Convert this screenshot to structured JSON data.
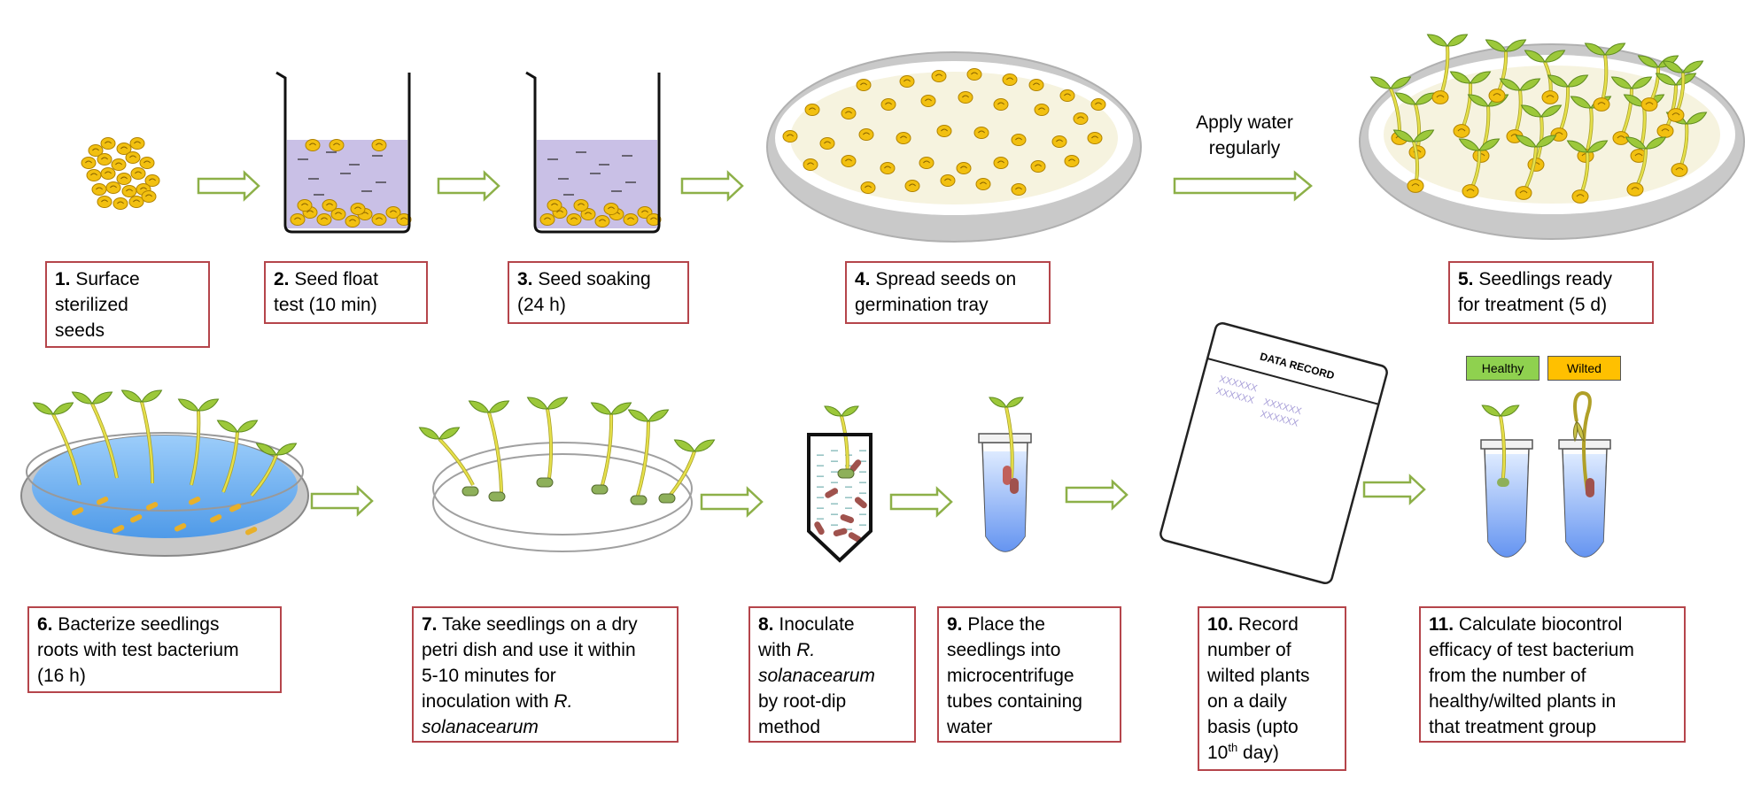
{
  "steps": [
    {
      "num": "1.",
      "parts": [
        {
          "t": "Surface"
        },
        {
          "br": true
        },
        {
          "t": "sterilized"
        },
        {
          "br": true
        },
        {
          "t": "seeds"
        }
      ]
    },
    {
      "num": "2.",
      "parts": [
        {
          "t": "Seed float"
        },
        {
          "br": true
        },
        {
          "t": "test (10 min)"
        }
      ]
    },
    {
      "num": "3.",
      "parts": [
        {
          "t": "Seed soaking"
        },
        {
          "br": true
        },
        {
          "t": "(24 h)"
        }
      ]
    },
    {
      "num": "4.",
      "parts": [
        {
          "t": "Spread seeds on"
        },
        {
          "br": true
        },
        {
          "t": "germination tray"
        }
      ]
    },
    {
      "num": "5.",
      "parts": [
        {
          "t": "Seedlings ready"
        },
        {
          "br": true
        },
        {
          "t": "for treatment (5 d)"
        }
      ]
    },
    {
      "num": "6.",
      "parts": [
        {
          "t": "Bacterize seedlings"
        },
        {
          "br": true
        },
        {
          "t": "roots with test bacterium"
        },
        {
          "br": true
        },
        {
          "t": "(16 h)"
        }
      ]
    },
    {
      "num": "7.",
      "parts": [
        {
          "t": "Take seedlings on a dry"
        },
        {
          "br": true
        },
        {
          "t": "petri dish and use it within"
        },
        {
          "br": true
        },
        {
          "t": "5-10 minutes for"
        },
        {
          "br": true
        },
        {
          "t": "inoculation with "
        },
        {
          "i": "R."
        },
        {
          "br": true
        },
        {
          "i": "solanacearum"
        }
      ]
    },
    {
      "num": "8.",
      "parts": [
        {
          "t": "Inoculate"
        },
        {
          "br": true
        },
        {
          "t": "with "
        },
        {
          "i": "R."
        },
        {
          "br": true
        },
        {
          "i": "solanacearum"
        },
        {
          "br": true
        },
        {
          "t": "by root-dip"
        },
        {
          "br": true
        },
        {
          "t": "method"
        }
      ]
    },
    {
      "num": "9.",
      "parts": [
        {
          "t": "Place the"
        },
        {
          "br": true
        },
        {
          "t": "seedlings into"
        },
        {
          "br": true
        },
        {
          "t": "microcentrifuge"
        },
        {
          "br": true
        },
        {
          "t": "tubes containing"
        },
        {
          "br": true
        },
        {
          "t": "water"
        }
      ]
    },
    {
      "num": "10.",
      "parts": [
        {
          "t": "Record"
        },
        {
          "br": true
        },
        {
          "t": "number of"
        },
        {
          "br": true
        },
        {
          "t": "wilted plants"
        },
        {
          "br": true
        },
        {
          "t": "on a daily"
        },
        {
          "br": true
        },
        {
          "t": "basis (upto"
        },
        {
          "br": true
        },
        {
          "t": "10"
        },
        {
          "sup": "th"
        },
        {
          "t": " day)"
        }
      ]
    },
    {
      "num": "11.",
      "parts": [
        {
          "t": "Calculate biocontrol"
        },
        {
          "br": true
        },
        {
          "t": "efficacy of test bacterium"
        },
        {
          "br": true
        },
        {
          "t": "from the number of"
        },
        {
          "br": true
        },
        {
          "t": "healthy/wilted plants in"
        },
        {
          "br": true
        },
        {
          "t": "that treatment group"
        }
      ]
    }
  ],
  "apply_water": {
    "line1": "Apply water",
    "line2": "regularly"
  },
  "data_record": {
    "title": "DATA RECORD",
    "marks": "XXXXXX"
  },
  "legend": {
    "healthy": "Healthy",
    "wilted": "Wilted"
  },
  "colors": {
    "box_border": "#b5454b",
    "arrow": "#8db048",
    "seed": "#f2c010",
    "water_lavender": "#c9c0e6",
    "water_blue": "#7db9f5",
    "healthy": "#8fd14f",
    "wilted": "#ffc000",
    "leaf": "#9cc83a",
    "stem": "#e6e04a",
    "bacterium": "#a0524d"
  }
}
